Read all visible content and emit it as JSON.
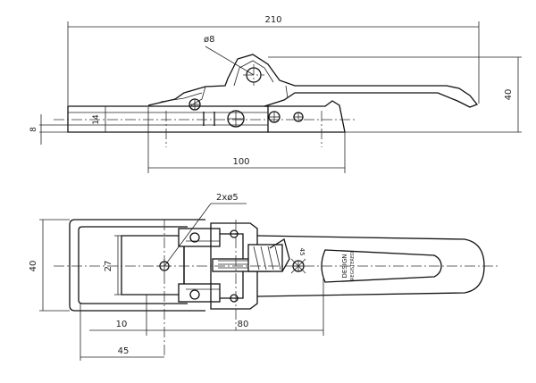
{
  "dimensions": {
    "side_view": {
      "overall_length": "210",
      "pin_diameter": "ø8",
      "height": "40",
      "base_thickness": "8",
      "hook_height": "14",
      "mounting_span": "100"
    },
    "top_view": {
      "holes": "2xø5",
      "width": "40",
      "inner_width": "27",
      "offset": "10",
      "hole_to_end": "45",
      "hole_spacing": "80",
      "handle_detail": "45"
    }
  },
  "labels": {
    "stamp_line1": "DESIGN",
    "stamp_line2": "REGISTERED"
  }
}
